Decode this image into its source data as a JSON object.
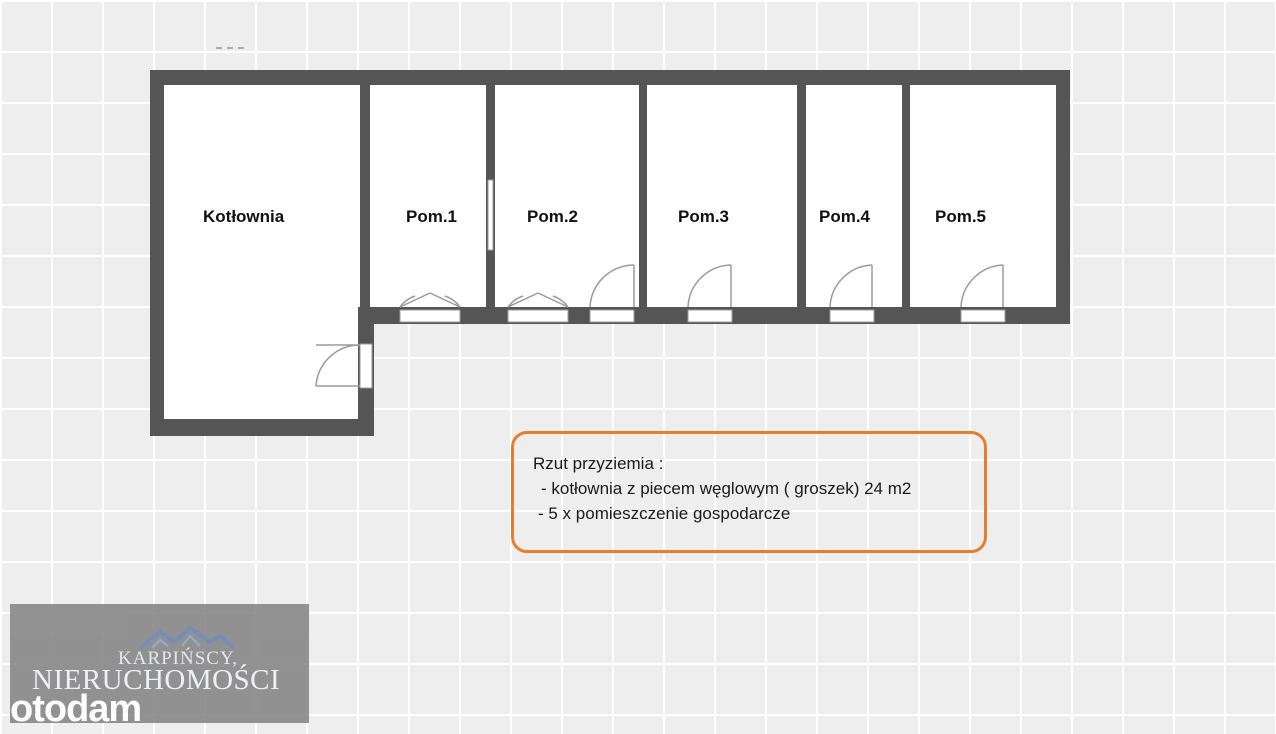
{
  "rooms": [
    {
      "id": "kotlownia",
      "label": "Kotłownia"
    },
    {
      "id": "pom1",
      "label": "Pom.1"
    },
    {
      "id": "pom2",
      "label": "Pom.2"
    },
    {
      "id": "pom3",
      "label": "Pom.3"
    },
    {
      "id": "pom4",
      "label": "Pom.4"
    },
    {
      "id": "pom5",
      "label": "Pom.5"
    }
  ],
  "note": {
    "title": "Rzut przyziemia :",
    "lines": [
      "- kotłownia z piecem węglowym ( groszek) 24 m2",
      "-  5 x pomieszczenie gospodarcze"
    ],
    "border_color": "#e67e2e"
  },
  "watermark": {
    "brand_top": "KARPIŃSCY,",
    "brand_main": "NIERUCHOMOŚCI",
    "site": "otodam"
  },
  "colors": {
    "wall": "#555555",
    "background": "#eeeeee",
    "grid": "#ffffff"
  }
}
